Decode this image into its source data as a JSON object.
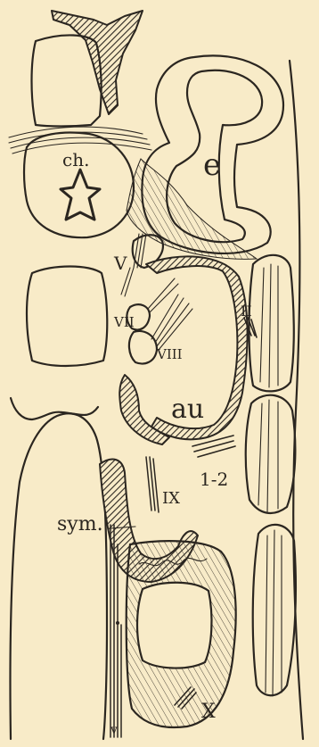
{
  "labels": {
    "e": "e",
    "ch": "ch.",
    "v": "V",
    "vii": "VII",
    "viii": "VIII",
    "ii": "II",
    "au": "au",
    "one_two": "1-2",
    "ix": "IX",
    "sym": "sym.",
    "x": "X",
    "v_small": "v"
  }
}
